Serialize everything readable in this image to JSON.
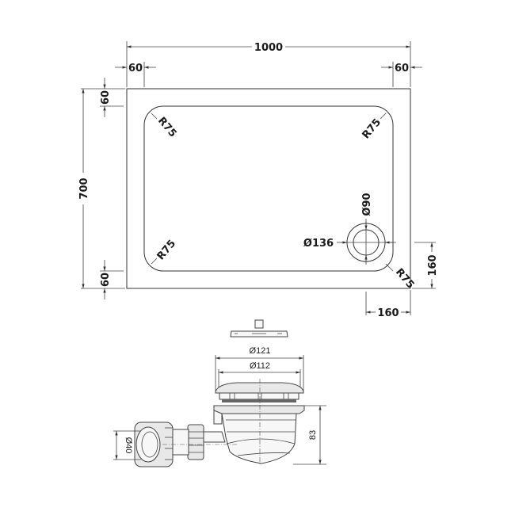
{
  "tray_plan": {
    "overall_width": "1000",
    "overall_depth": "700",
    "rim_left": "60",
    "rim_right": "60",
    "rim_top": "60",
    "rim_bottom": "60",
    "corner_radius_tl": "R75",
    "corner_radius_tr": "R75",
    "corner_radius_bl": "R75",
    "corner_radius_br": "R75",
    "waste_outer_diameter": "Ø136",
    "waste_inner_diameter": "Ø90",
    "waste_offset_x": "160",
    "waste_offset_y": "160"
  },
  "waste_trap": {
    "cap_diameter": "Ø121",
    "grate_diameter": "Ø112",
    "height": "83",
    "outlet_diameter": "Ø40"
  },
  "colors": {
    "line": "#333333",
    "text": "#1a1a1a",
    "background": "#ffffff"
  }
}
